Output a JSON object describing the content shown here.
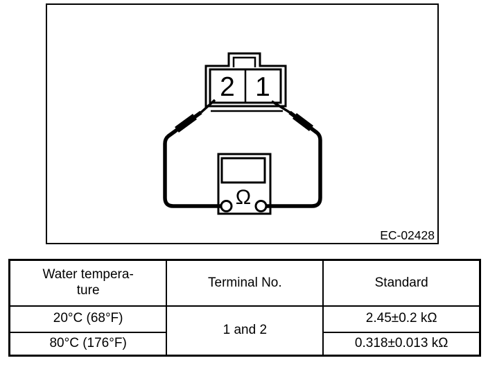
{
  "figure": {
    "code": "EC-02428",
    "connector": {
      "left_label": "2",
      "right_label": "1"
    },
    "meter": {
      "ohm_symbol": "Ω"
    }
  },
  "table": {
    "headers": [
      "Water tempera-\nture",
      "Terminal No.",
      "Standard"
    ],
    "terminal_no": "1 and 2",
    "rows": [
      {
        "water_temperature": "20°C (68°F)",
        "standard": "2.45±0.2 kΩ"
      },
      {
        "water_temperature": "80°C (176°F)",
        "standard": "0.318±0.013 kΩ"
      }
    ]
  },
  "colors": {
    "ink": "#000000",
    "paper": "#ffffff"
  }
}
